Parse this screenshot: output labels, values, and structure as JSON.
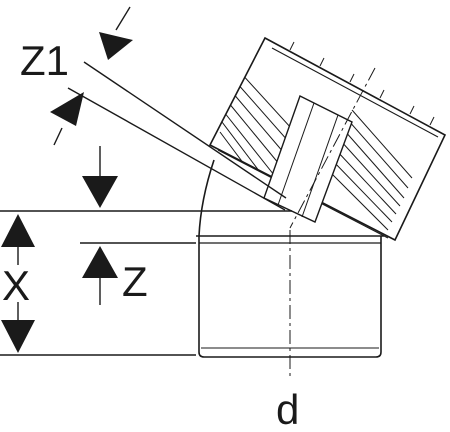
{
  "drawing": {
    "labels": {
      "z1": "Z1",
      "z": "Z",
      "x": "X",
      "d": "d"
    },
    "colors": {
      "line": "#1a1a1a",
      "background": "#ffffff"
    }
  }
}
